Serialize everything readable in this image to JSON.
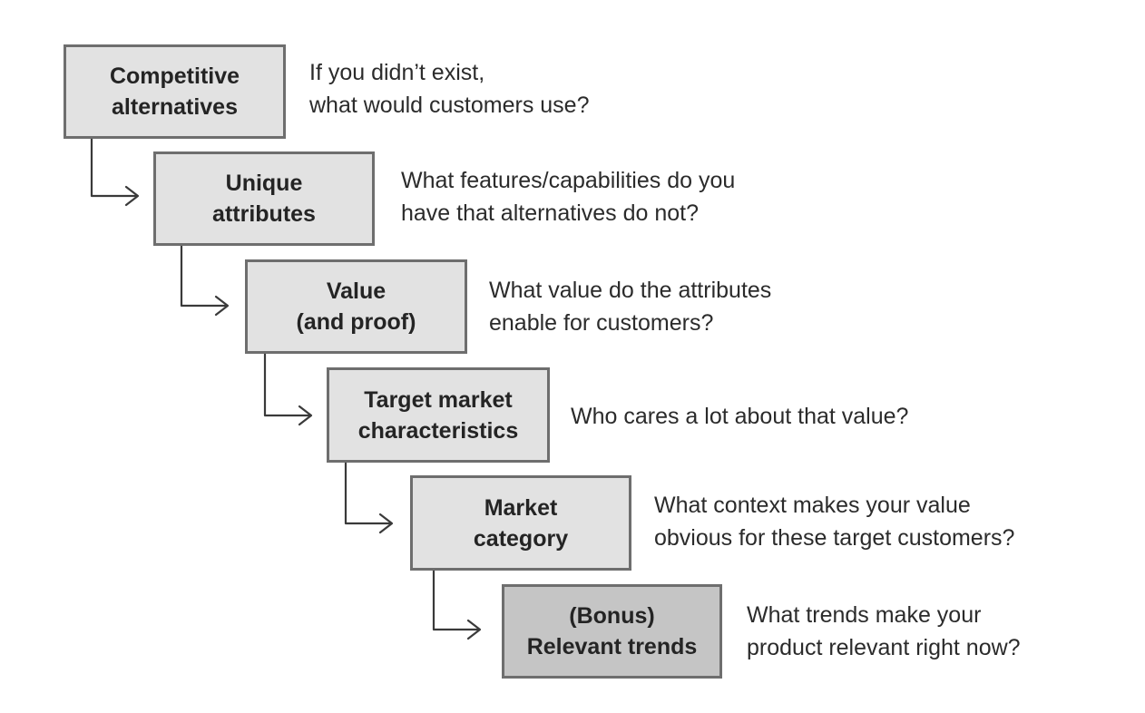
{
  "steps": [
    {
      "box_lines": [
        "Competitive",
        "alternatives"
      ],
      "question_lines": [
        "If you didn’t exist,",
        "what would customers use?"
      ]
    },
    {
      "box_lines": [
        "Unique",
        "attributes"
      ],
      "question_lines": [
        "What features/capabilities do you",
        "have that alternatives do not?"
      ]
    },
    {
      "box_lines": [
        "Value",
        "(and proof)"
      ],
      "question_lines": [
        "What value do the attributes",
        "enable for customers?"
      ]
    },
    {
      "box_lines": [
        "Target market",
        "characteristics"
      ],
      "question_lines": [
        "Who cares a lot about that value?"
      ]
    },
    {
      "box_lines": [
        "Market",
        "category"
      ],
      "question_lines": [
        "What context makes your value",
        "obvious for these target customers?"
      ]
    },
    {
      "box_lines": [
        "(Bonus)",
        "Relevant trends"
      ],
      "question_lines": [
        "What trends make your",
        "product relevant right now?"
      ]
    }
  ],
  "colors": {
    "box_fill": "#e2e2e2",
    "bonus_box_fill": "#c5c5c5",
    "box_border": "#6e6e6e",
    "text": "#2b2b2b",
    "connector": "#3a3a3a"
  }
}
